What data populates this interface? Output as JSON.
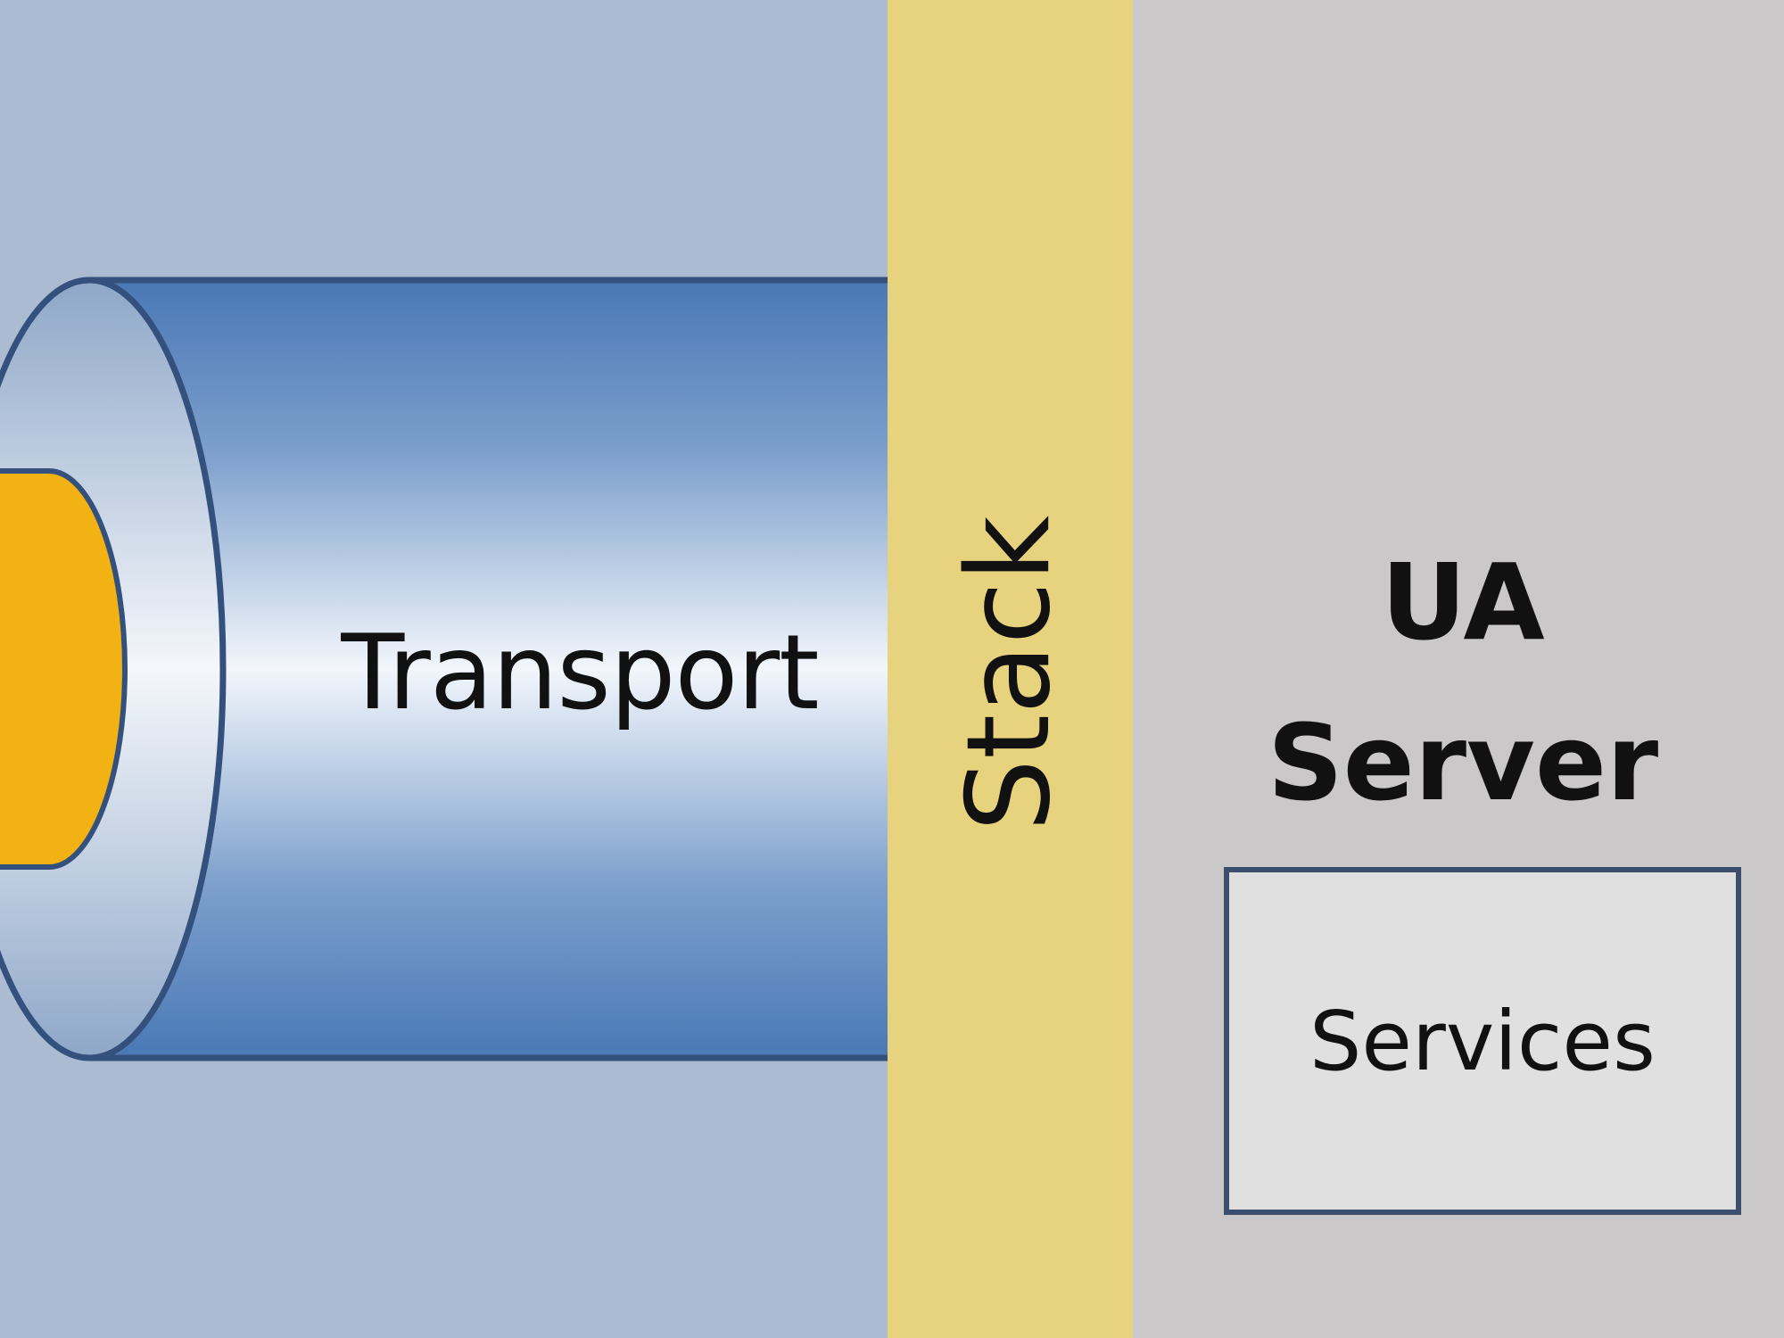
{
  "diagram": {
    "transport": {
      "label": "Transport"
    },
    "stack": {
      "label": "Stack"
    },
    "server": {
      "title_line1": "UA",
      "title_line2": "Server",
      "services_label": "Services"
    }
  },
  "colors": {
    "left_panel": "#aabbd2",
    "stack_panel": "#e7d27e",
    "right_panel": "#cac8c9",
    "pipe_dark": "#4a78b6",
    "pipe_light": "#f2f6fb",
    "pipe_outline": "#34507c",
    "core": "#f2b213",
    "services_box": "#e0e0e0"
  }
}
